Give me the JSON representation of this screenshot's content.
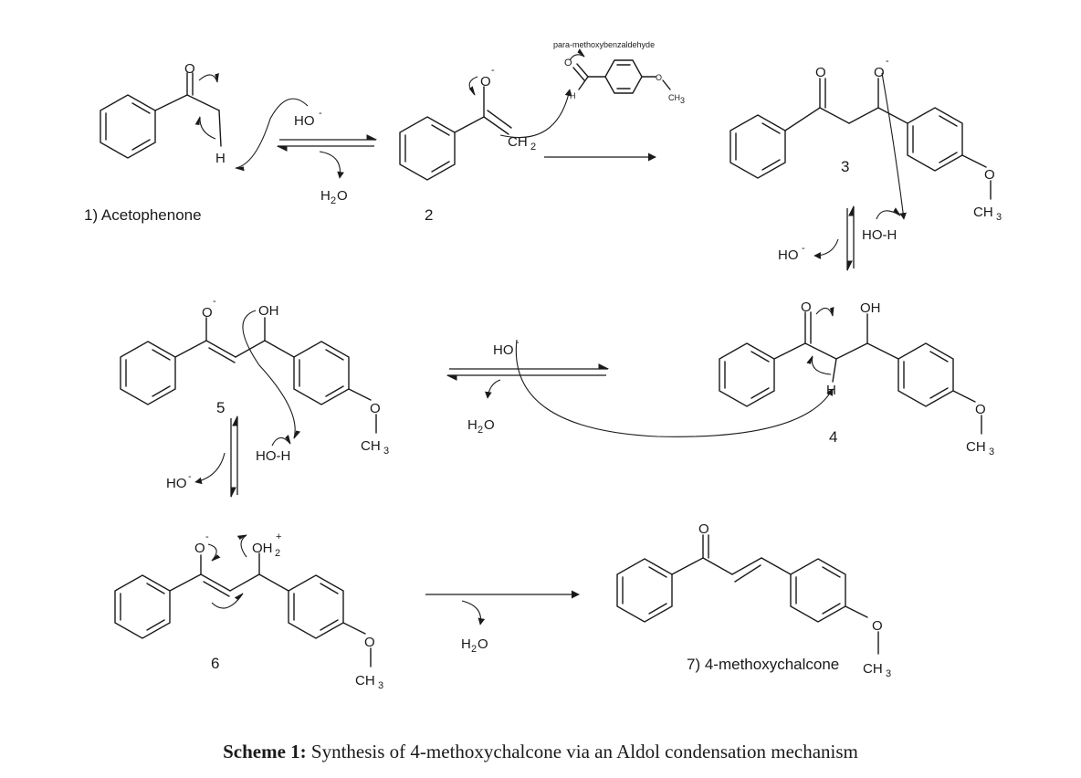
{
  "structures": {
    "acetophenone": {
      "label": "1) Acetophenone",
      "atoms": {
        "o": "O",
        "h": "H"
      }
    },
    "enolate2": {
      "label": "2",
      "atoms": {
        "o": "O",
        "ch2": "CH",
        "ch2_sub": "2"
      }
    },
    "reagent": {
      "name": "para-methoxybenzaldehyde",
      "atoms": {
        "o": "O",
        "h": "H",
        "ome": "O",
        "ch3": "CH",
        "ch3_sub": "3"
      }
    },
    "alkoxide3": {
      "label": "3",
      "atoms": {
        "o1": "O",
        "o2": "O",
        "ome": "O",
        "ch3": "CH",
        "ch3_sub": "3"
      }
    },
    "aldol4": {
      "label": "4",
      "atoms": {
        "o": "O",
        "oh": "OH",
        "h": "H",
        "ome": "O",
        "ch3": "CH",
        "ch3_sub": "3"
      }
    },
    "enolate5": {
      "label": "5",
      "atoms": {
        "o": "O",
        "oh": "OH",
        "ome": "O",
        "ch3": "CH",
        "ch3_sub": "3"
      }
    },
    "oxonium6": {
      "label": "6",
      "atoms": {
        "o": "O",
        "oh2": "OH",
        "oh2_sub": "2",
        "ome": "O",
        "ch3": "CH",
        "ch3_sub": "3"
      }
    },
    "chalcone7": {
      "label": "7) 4-methoxychalcone",
      "atoms": {
        "o": "O",
        "ome": "O",
        "ch3": "CH",
        "ch3_sub": "3"
      }
    }
  },
  "reagents": {
    "ho": "HO",
    "h2o_h": "H",
    "h2o_sub": "2",
    "h2o_o": "O",
    "hoh": "HO-H",
    "charge_minus": "-",
    "charge_plus": "+"
  },
  "caption": {
    "bold": "Scheme 1:",
    "text": " Synthesis of 4-methoxychalcone via an Aldol condensation mechanism"
  }
}
